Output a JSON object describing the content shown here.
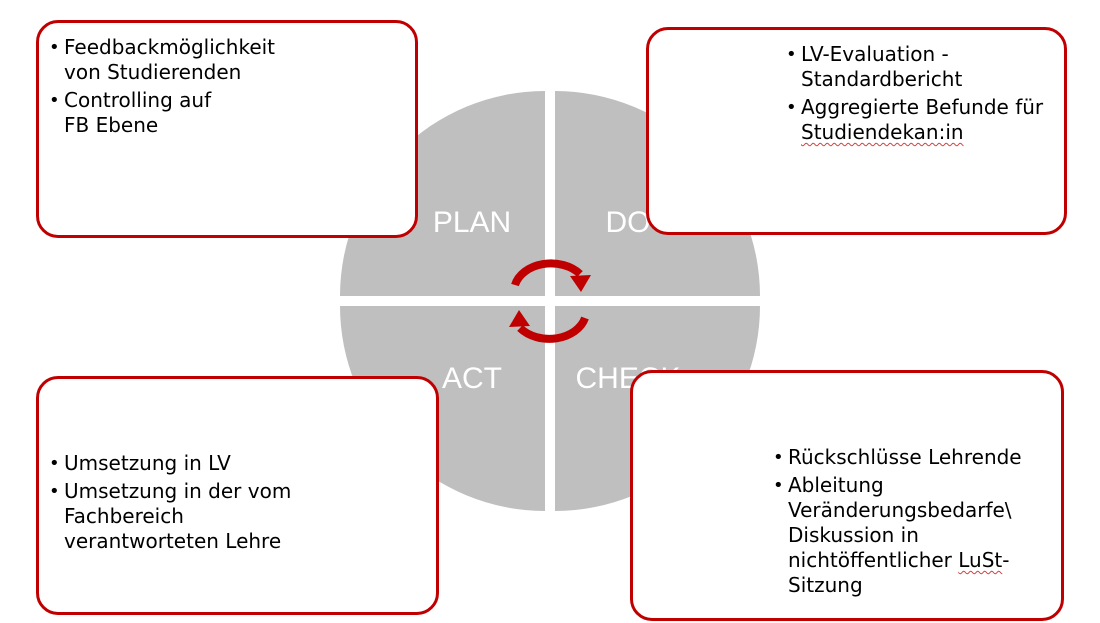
{
  "quadrants": {
    "plan": "PLAN",
    "do": "DO",
    "act": "ACT",
    "check": "CHECK"
  },
  "boxes": {
    "plan": {
      "items": [
        "Feedbackmöglichkeit\nvon Studierenden",
        "Controlling auf\nFB Ebene"
      ]
    },
    "do": {
      "items": [
        "LV-Evaluation -\nStandardbericht",
        "Aggregierte Befunde für\n"
      ],
      "flagged_word": "Studiendekan:in"
    },
    "act": {
      "items": [
        "Umsetzung in LV",
        "Umsetzung in der vom\nFachbereich\nverantworteten Lehre"
      ]
    },
    "check": {
      "items": [
        "Rückschlüsse Lehrende",
        "Ableitung\nVeränderungsbedarfe\\\nDiskussion in\nnichtöffentlicher ",
        "-\nSitzung"
      ],
      "flagged_word": "LuSt"
    }
  },
  "colors": {
    "accent": "#c00000",
    "circle": "#bfbfbf",
    "quadrant_text": "#ffffff"
  },
  "icons": {
    "cycle_arrows": "circular-arrows-icon"
  }
}
